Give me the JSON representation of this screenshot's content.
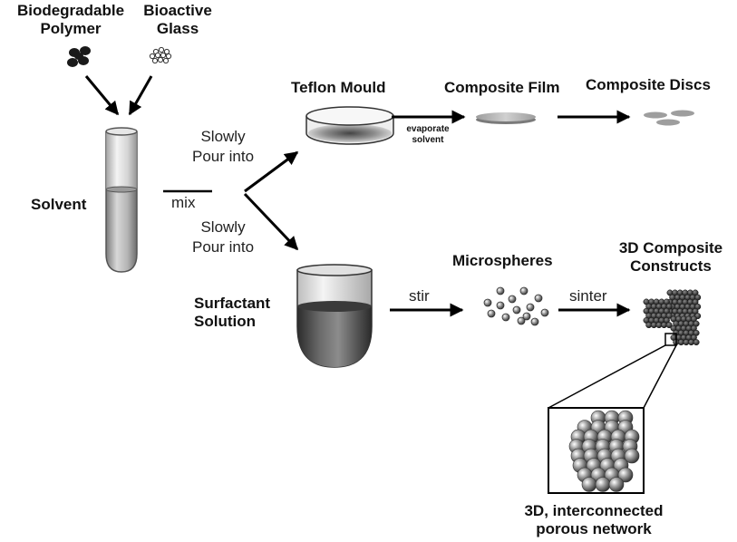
{
  "labels": {
    "biodegradable_polymer": [
      "Biodegradable",
      "Polymer"
    ],
    "bioactive_glass": [
      "Bioactive",
      "Glass"
    ],
    "solvent": "Solvent",
    "mix": "mix",
    "pour_top": [
      "Slowly",
      "Pour into"
    ],
    "pour_bottom": [
      "Slowly",
      "Pour into"
    ],
    "teflon_mould": "Teflon Mould",
    "evaporate_solvent": [
      "evaporate",
      "solvent"
    ],
    "composite_film": "Composite Film",
    "composite_discs": "Composite Discs",
    "surfactant_solution": [
      "Surfactant",
      "Solution"
    ],
    "stir": "stir",
    "microspheres": "Microspheres",
    "sinter": "sinter",
    "constructs": [
      "3D Composite",
      "Constructs"
    ],
    "porous_network": [
      "3D, interconnected",
      "porous network"
    ]
  }
}
